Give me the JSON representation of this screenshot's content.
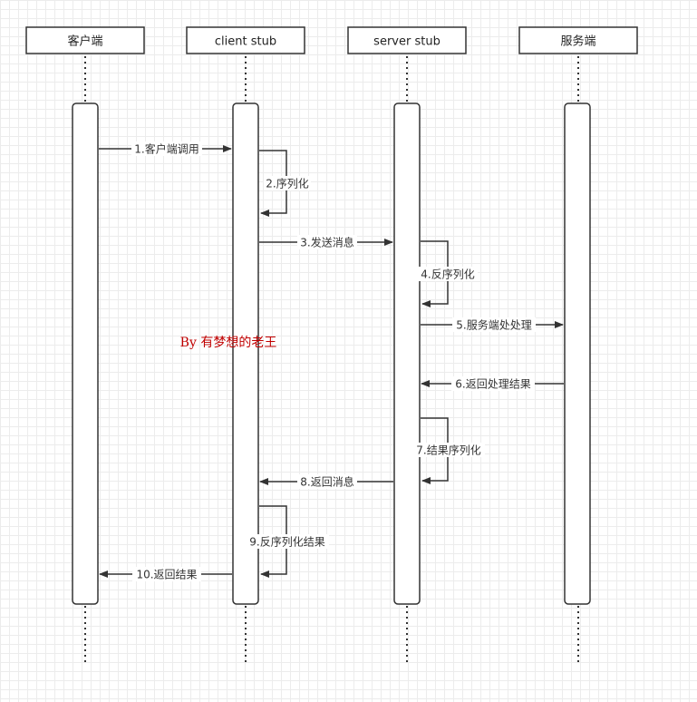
{
  "participants": [
    {
      "name": "客户端"
    },
    {
      "name": "client stub"
    },
    {
      "name": "server stub"
    },
    {
      "name": "服务端"
    }
  ],
  "messages": [
    {
      "label": "1.客户端调用"
    },
    {
      "label": "2.序列化"
    },
    {
      "label": "3.发送消息"
    },
    {
      "label": "4.反序列化"
    },
    {
      "label": "5.服务端处处理"
    },
    {
      "label": "6.返回处理结果"
    },
    {
      "label": "7.结果序列化"
    },
    {
      "label": "8.返回消息"
    },
    {
      "label": "9.反序列化结果"
    },
    {
      "label": "10.返回结果"
    }
  ],
  "watermark": {
    "text": "By 有梦想的老王",
    "color": "#c00000"
  },
  "colors": {
    "line": "#333333",
    "box_border": "#333333",
    "box_fill": "#ffffff"
  }
}
